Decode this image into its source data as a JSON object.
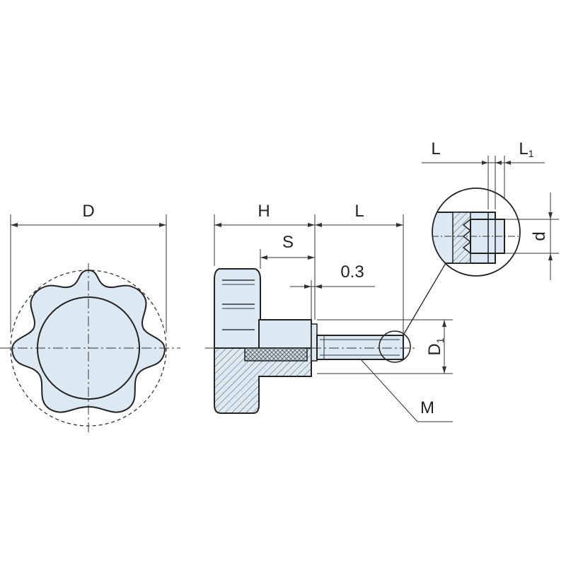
{
  "labels": {
    "D": "D",
    "H": "H",
    "L": "L",
    "S": "S",
    "gap": "0.3",
    "D1": "D",
    "D1_sub": "1",
    "M": "M",
    "detail_L": "L",
    "detail_L1": "L",
    "detail_L1_sub": "1",
    "detail_d": "d"
  },
  "colors": {
    "part_fill": "#dde9f2",
    "line": "#222222"
  }
}
